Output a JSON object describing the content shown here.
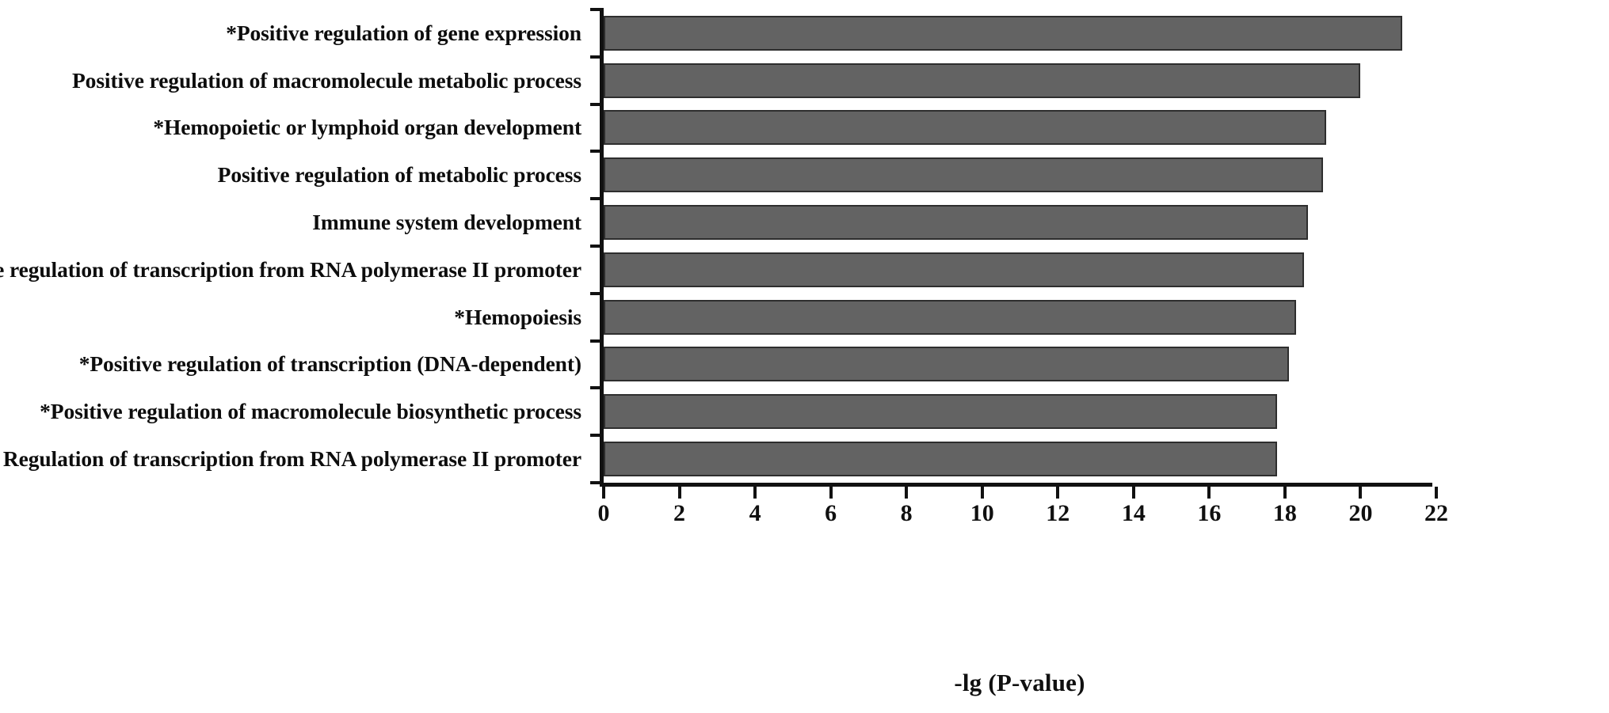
{
  "chart_data": {
    "type": "bar",
    "orientation": "horizontal",
    "title": "",
    "subtitle": "",
    "xlabel": "-lg (P-value)",
    "ylabel": "",
    "xlim": [
      0,
      22
    ],
    "xticks": [
      0,
      2,
      4,
      6,
      8,
      10,
      12,
      14,
      16,
      18,
      20,
      22
    ],
    "xtick_labels": [
      "0",
      "2",
      "4",
      "6",
      "8",
      "10",
      "12",
      "14",
      "16",
      "18",
      "20",
      "22"
    ],
    "grid": false,
    "legend": null,
    "bar_color": "#636363",
    "bar_edge_color": "#2e2e2e",
    "axis_color": "#111111",
    "categories": [
      "*Positive regulation of gene expression",
      "Positive regulation of macromolecule metabolic process",
      "*Hemopoietic or lymphoid organ development",
      "Positive regulation of metabolic process",
      "Immune system development",
      "Positive regulation of transcription from RNA polymerase II promoter",
      "*Hemopoiesis",
      "*Positive regulation of transcription (DNA-dependent)",
      "*Positive regulation of macromolecule biosynthetic process",
      "Regulation of transcription from RNA polymerase II promoter"
    ],
    "values": [
      21.1,
      20.0,
      19.1,
      19.0,
      18.6,
      18.5,
      18.3,
      18.1,
      17.8,
      17.8
    ]
  }
}
